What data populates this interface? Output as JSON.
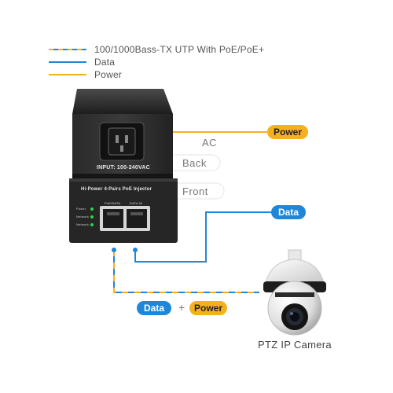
{
  "legend": {
    "items": [
      {
        "label": "100/1000Bass-TX UTP With PoE/PoE+",
        "colors": [
          "#1f86d8",
          "#f5b11d"
        ]
      },
      {
        "label": "Data",
        "colors": [
          "#1f86d8"
        ]
      },
      {
        "label": "Power",
        "colors": [
          "#f5b11d"
        ]
      }
    ]
  },
  "device": {
    "input_label": "INPUT: 100-240VAC",
    "ac_label": "AC",
    "back_label": "Back",
    "front_label": "Front",
    "product_name": "Hi-Power 4-Pairs PoE Injector",
    "led_labels": [
      "Power",
      "Network",
      "Network"
    ],
    "port_labels": [
      "PoE/DATA",
      "DATA IN"
    ]
  },
  "tags": {
    "power": "Power",
    "data": "Data",
    "plus": "+",
    "bottom_data": "Data",
    "bottom_power": "Power"
  },
  "camera": {
    "label": "PTZ IP Camera"
  },
  "colors": {
    "data": "#1f86d8",
    "power": "#f5b11d",
    "device_body": "#2b2b2b"
  }
}
